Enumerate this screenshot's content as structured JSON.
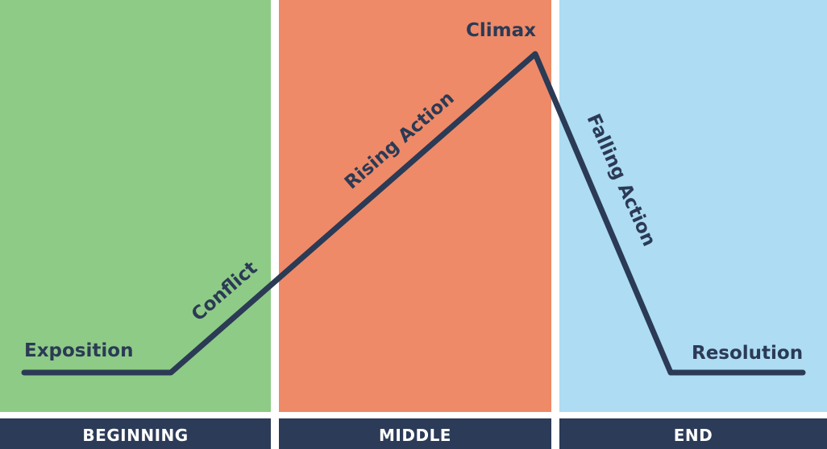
{
  "colors": {
    "beginning_panel": "#8ecb86",
    "middle_panel": "#ee8a68",
    "end_panel": "#addcf3",
    "divider": "#ffffff",
    "footer": "#2c3b58",
    "line": "#2b3a55",
    "text": "#2b3a55"
  },
  "labels": {
    "exposition": "Exposition",
    "conflict": "Conflict",
    "rising_action": "Rising Action",
    "climax": "Climax",
    "falling_action": "Falling Action",
    "resolution": "Resolution"
  },
  "sections": {
    "beginning": "BEGINNING",
    "middle": "MIDDLE",
    "end": "END"
  }
}
